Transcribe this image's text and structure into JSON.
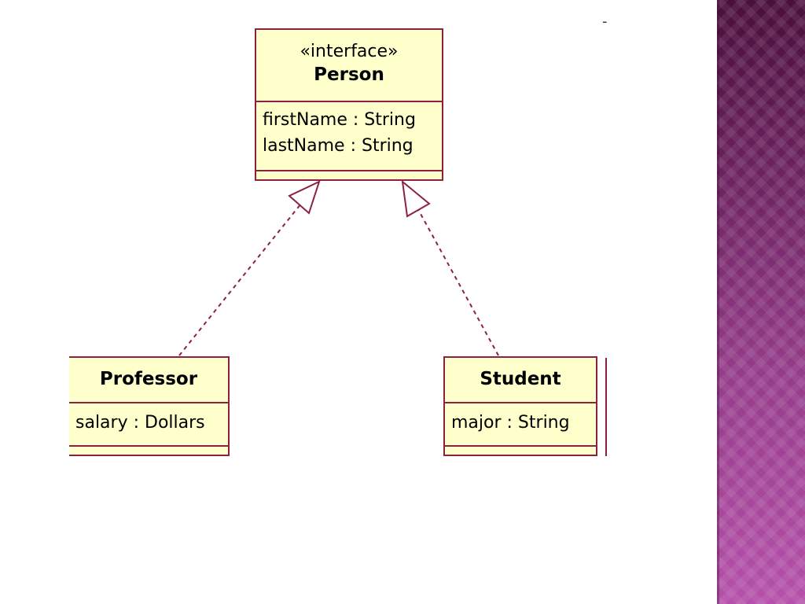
{
  "diagram": {
    "classes": [
      {
        "id": "person",
        "stereotype": "«interface»",
        "name": "Person",
        "attributes": [
          "firstName : String",
          "lastName : String"
        ]
      },
      {
        "id": "professor",
        "name": "Professor",
        "attributes": [
          "salary : Dollars"
        ]
      },
      {
        "id": "student",
        "name": "Student",
        "attributes": [
          "major : String"
        ]
      }
    ],
    "relations": [
      {
        "type": "realization",
        "from": "Professor",
        "to": "Person"
      },
      {
        "type": "realization",
        "from": "Student",
        "to": "Person"
      }
    ]
  },
  "colors": {
    "class_fill": "#ffffcc",
    "class_border": "#8c2142",
    "panel_dark": "#4a0f3c",
    "panel_light": "#b551aa"
  },
  "artifact_dash": "-"
}
